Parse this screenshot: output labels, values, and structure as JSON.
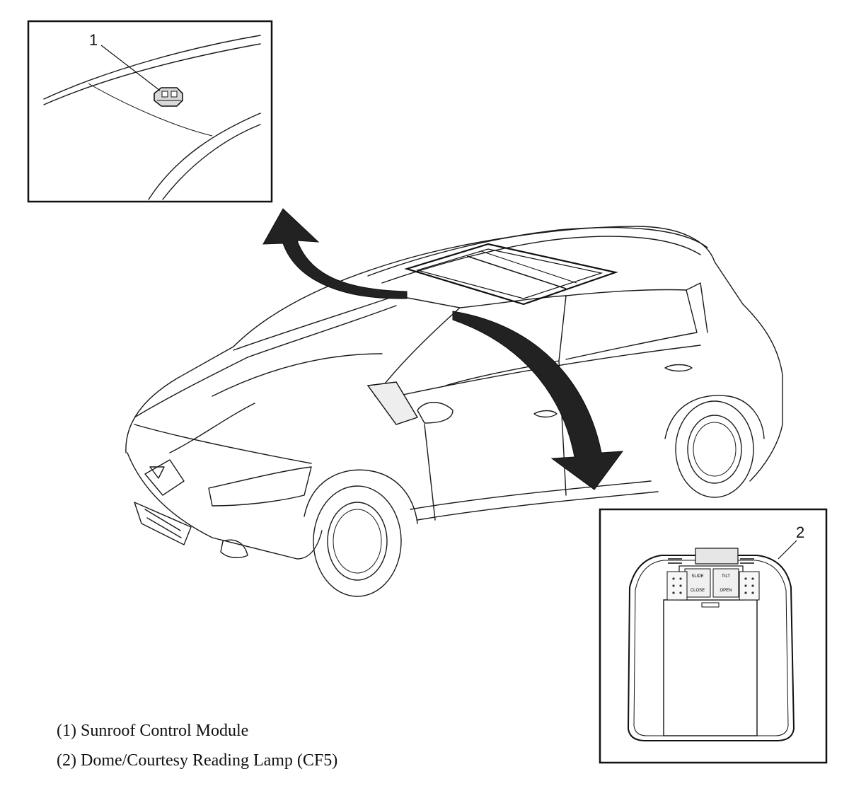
{
  "callouts": [
    {
      "number": "1",
      "label": "(1) Sunroof Control Module"
    },
    {
      "number": "2",
      "label": "(2) Dome/Courtesy Reading Lamp (CF5)"
    }
  ],
  "lamp_button_labels": [
    "SLIDE",
    "TILT",
    "CLOSE",
    "OPEN"
  ],
  "colors": {
    "ink": "#1a1a1a",
    "arrow": "#222222",
    "background": "#ffffff"
  }
}
